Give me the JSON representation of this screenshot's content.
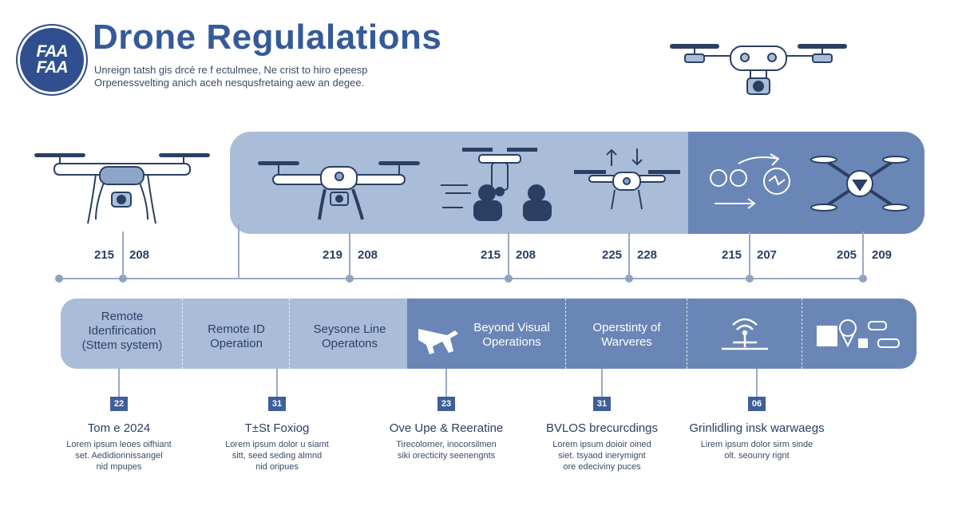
{
  "header": {
    "logo_line1": "FAA",
    "logo_line2": "FAA",
    "title": "Drone Regulalations",
    "subtitle_line1": "Unreign tatsh gis drcé re f ectulmee, Ne crist to hiro epeesp",
    "subtitle_line2": "Orpenessvelting anich aceh nesqusfretaing aew an degee."
  },
  "timeline": {
    "tick_labels": [
      {
        "a": "215",
        "b": "208"
      },
      {
        "a": "219",
        "b": "208"
      },
      {
        "a": "215",
        "b": "208"
      },
      {
        "a": "225",
        "b": "228"
      },
      {
        "a": "215",
        "b": "207"
      },
      {
        "a": "205",
        "b": "209"
      }
    ]
  },
  "bar": {
    "segments": [
      {
        "label": "Remote\nIdenfirication\n(Sttem system)"
      },
      {
        "label": "Remote ID\nOperation"
      },
      {
        "label": "Seysone Line\nOperatons"
      },
      {
        "label": "Beyond Visual\nOperations"
      },
      {
        "label": "Operstinty of\nWarveres"
      }
    ]
  },
  "cards": [
    {
      "badge": "22",
      "title": "Tom e 2024",
      "body": "Lorem ipsum leoes oifhiant\nset. Aedidiorinissangel\nnid mpupes"
    },
    {
      "badge": "31",
      "title": "T±St Foxiog",
      "body": "Lorem ipsum dolor u siamt\nsitt, seed seding almnd\nnid oripues"
    },
    {
      "badge": "23",
      "title": "Ove Upe & Reeratine",
      "body": "Tirecolorner, inocorsilmen\nsiki orecticity seenengnts"
    },
    {
      "badge": "31",
      "title": "BVLOS brecurcdings",
      "body": "Lorem ipsum doioir oined\nsiet. tsyaod inerymignt\nore edeciviny puces"
    },
    {
      "badge": "06",
      "title": "Grinlidling insk warwaegs",
      "body": "Lirem ipsum dolor sirm sinde\nolt. seounry rignt"
    }
  ],
  "colors": {
    "brand": "#355a9a",
    "band_light": "#a9bcd8",
    "band_dark": "#6a86b6",
    "logo": "#2f4f8f"
  }
}
